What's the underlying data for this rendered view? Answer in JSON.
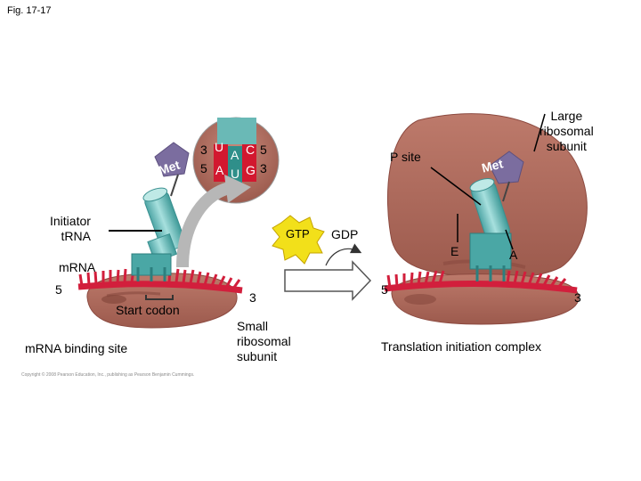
{
  "figure_label": "Fig. 17-17",
  "copyright": "Copyright © 2008 Pearson Education, Inc., publishing as Pearson Benjamin Cummings.",
  "labels": {
    "met_left": "Met",
    "met_right": "Met",
    "initiator_trna": "Initiator\ntRNA",
    "mrna": "mRNA",
    "five_prime_left": "5",
    "three_prime_left": "3",
    "start_codon": "Start codon",
    "mrna_binding_site": "mRNA binding site",
    "small_ribosomal_subunit": "Small\nribosomal\nsubunit",
    "gtp": "GTP",
    "gdp": "GDP",
    "p_site": "P site",
    "large_ribosomal_subunit": "Large\nribosomal\nsubunit",
    "e_site": "E",
    "a_site": "A",
    "five_prime_right": "5",
    "three_prime_right": "3",
    "translation_initiation_complex": "Translation initiation complex"
  },
  "zoom": {
    "top_left": "3",
    "top_right": "5",
    "bottom_left": "5",
    "bottom_right": "3",
    "anticodon": [
      "U",
      "A",
      "C"
    ],
    "codon": [
      "A",
      "U",
      "G"
    ]
  },
  "colors": {
    "ribosome": "#b06a5c",
    "ribosome_dark": "#8c4a40",
    "trna": "#7fc5c4",
    "trna_dark": "#3a9090",
    "mrna": "#d21f3c",
    "met": "#7b6d9f",
    "gtp": "#f2e01a",
    "codon_red": "#d2182f",
    "codon_teal": "#2f8f8a"
  }
}
